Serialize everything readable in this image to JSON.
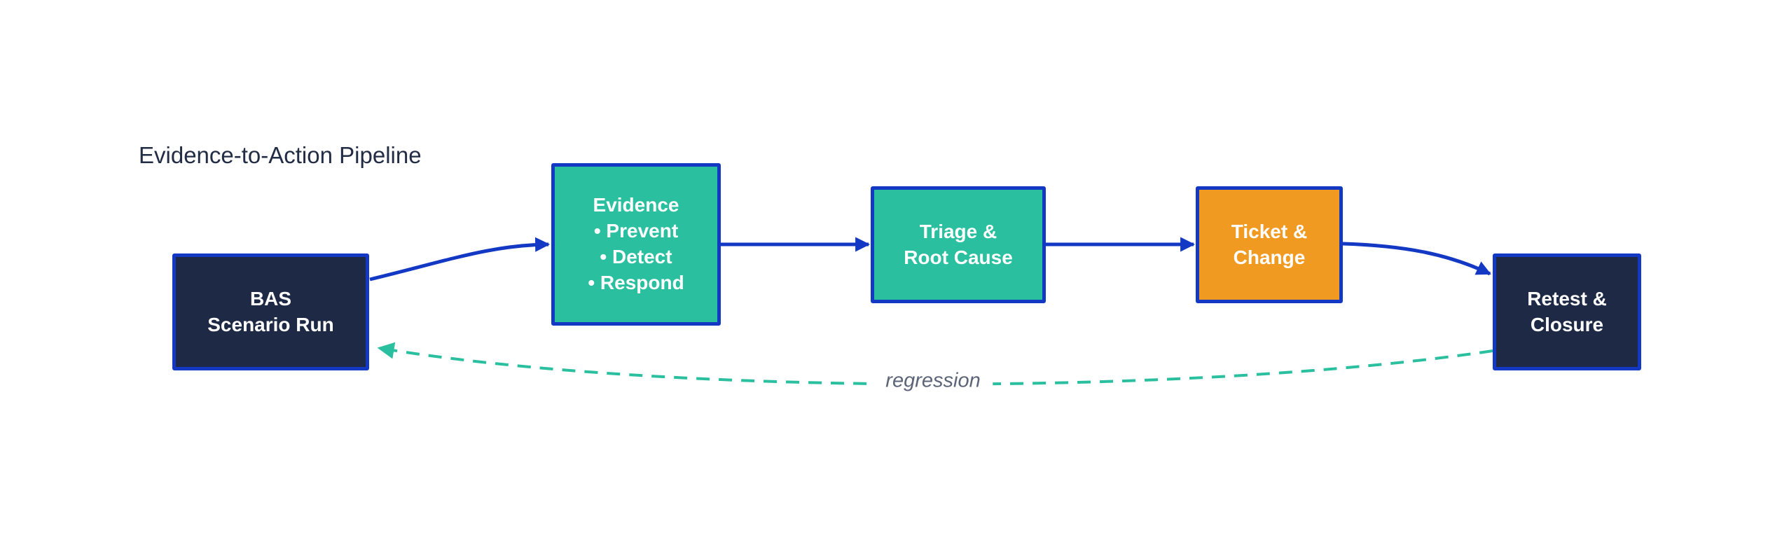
{
  "title": "Evidence-to-Action Pipeline",
  "nodes": [
    {
      "id": "bas-scenario-run",
      "fill": "navy",
      "lines": [
        "BAS",
        "Scenario Run"
      ]
    },
    {
      "id": "evidence",
      "fill": "teal",
      "lines": [
        "Evidence",
        "• Prevent",
        "• Detect",
        "• Respond"
      ]
    },
    {
      "id": "triage-root-cause",
      "fill": "teal",
      "lines": [
        "Triage &",
        "Root Cause"
      ]
    },
    {
      "id": "ticket-change",
      "fill": "orange",
      "lines": [
        "Ticket &",
        "Change"
      ]
    },
    {
      "id": "retest-closure",
      "fill": "navy",
      "lines": [
        "Retest &",
        "Closure"
      ]
    }
  ],
  "edges": {
    "forward": [
      {
        "from": "bas-scenario-run",
        "to": "evidence",
        "style": "solid-blue-curved"
      },
      {
        "from": "evidence",
        "to": "triage-root-cause",
        "style": "solid-blue-straight"
      },
      {
        "from": "triage-root-cause",
        "to": "ticket-change",
        "style": "solid-blue-straight"
      },
      {
        "from": "ticket-change",
        "to": "retest-closure",
        "style": "solid-blue-curved"
      }
    ],
    "feedback": {
      "from": "retest-closure",
      "to": "bas-scenario-run",
      "style": "dashed-teal-curved",
      "label": "regression"
    }
  },
  "colors": {
    "background": "#ffffff",
    "navy": "#1d2945",
    "teal": "#2abf9f",
    "orange": "#f09a22",
    "blue": "#1238c4",
    "box_text": "#ffffff",
    "title_text": "#222c44",
    "regression_text": "#5c6577"
  }
}
